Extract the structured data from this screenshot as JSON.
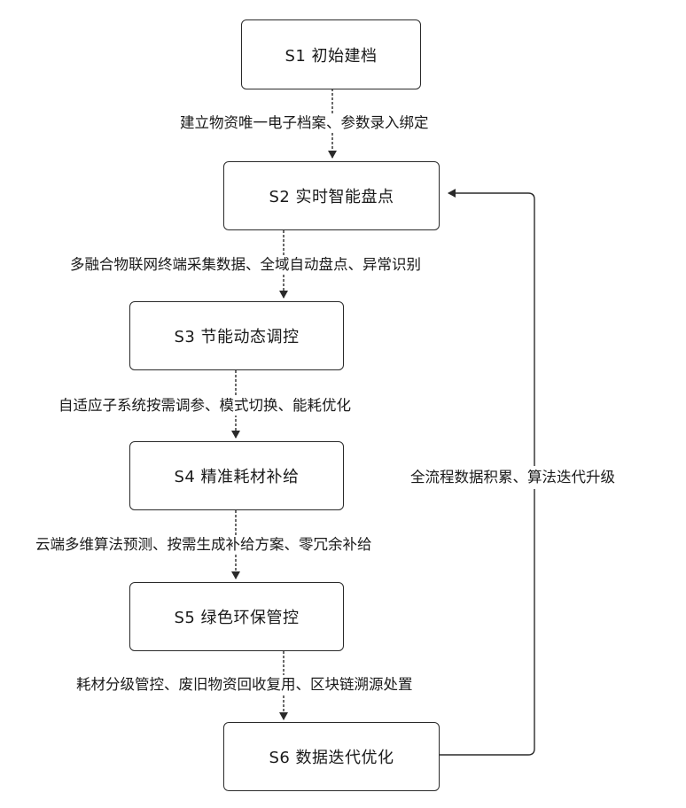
{
  "steps": [
    {
      "label": "S1 初始建档"
    },
    {
      "label": "S2 实时智能盘点"
    },
    {
      "label": "S3 节能动态调控"
    },
    {
      "label": "S4 精准耗材补给"
    },
    {
      "label": "S5 绿色环保管控"
    },
    {
      "label": "S6 数据迭代优化"
    }
  ],
  "edges": [
    {
      "label": "建立物资唯一电子档案、参数录入绑定"
    },
    {
      "label": "多融合物联网终端采集数据、全域自动盘点、异常识别"
    },
    {
      "label": "自适应子系统按需调参、模式切换、能耗优化"
    },
    {
      "label": "云端多维算法预测、按需生成补给方案、零冗余补给"
    },
    {
      "label": "耗材分级管控、废旧物资回收复用、区块链溯源处置"
    }
  ],
  "feedback": {
    "label": "全流程数据积累、算法迭代升级"
  },
  "colors": {
    "line": "#2a2a2a",
    "box_border": "#2a2a2a",
    "text": "#1a1a1a"
  }
}
